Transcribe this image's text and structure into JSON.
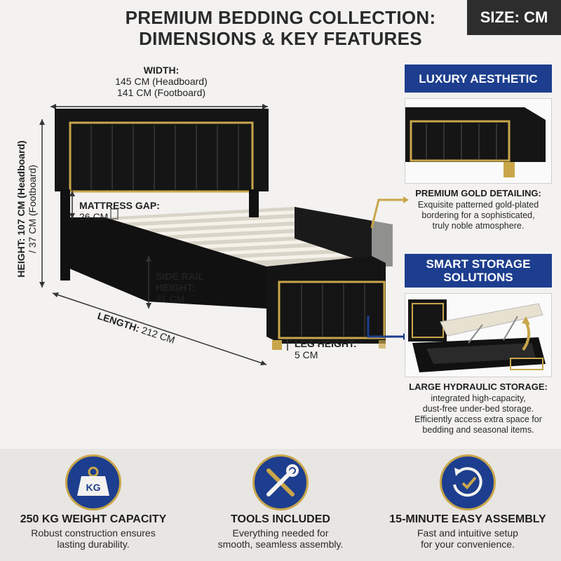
{
  "header": {
    "title_line1": "PREMIUM BEDDING COLLECTION:",
    "title_line2": "DIMENSIONS & KEY FEATURES",
    "size_badge": "SIZE: CM"
  },
  "dimensions": {
    "width_label": "WIDTH:",
    "width_headboard": "145 CM (Headboard)",
    "width_footboard": "141 CM (Footboard)",
    "height_label": "HEIGHT: 107 CM (Headboard)",
    "height_footboard": "/ 37 CM (Footboard)",
    "mattress_gap_label": "MATTRESS GAP:",
    "mattress_gap_value": "26 CM",
    "side_rail_label1": "SIDE RAIL",
    "side_rail_label2": "HEIGHT:",
    "side_rail_value": "31 CM",
    "length_label": "LENGTH:",
    "length_value": "212 CM",
    "leg_height_label": "LEG HEIGHT:",
    "leg_height_value": "5 CM"
  },
  "panels": {
    "luxury": {
      "heading": "LUXURY AESTHETIC",
      "title": "PREMIUM GOLD DETAILING:",
      "desc_line1": "Exquisite patterned gold-plated",
      "desc_line2": "bordering for a sophisticated,",
      "desc_line3": "truly noble atmosphere."
    },
    "storage": {
      "heading_line1": "SMART STORAGE",
      "heading_line2": "SOLUTIONS",
      "title": "LARGE HYDRAULIC STORAGE:",
      "desc_line1": "integrated high-capacity,",
      "desc_line2": "dust-free under-bed storage.",
      "desc_line3": "Efficiently access extra space for",
      "desc_line4": "bedding and seasonal items."
    }
  },
  "features": [
    {
      "icon": "weight-kg-icon",
      "icon_text": "KG",
      "title": "250 KG WEIGHT CAPACITY",
      "desc_line1": "Robust construction ensures",
      "desc_line2": "lasting durability."
    },
    {
      "icon": "tools-icon",
      "title": "TOOLS INCLUDED",
      "desc_line1": "Everything needed for",
      "desc_line2": "smooth, seamless assembly."
    },
    {
      "icon": "clock-icon",
      "title": "15-MINUTE EASY ASSEMBLY",
      "desc_line1": "Fast and intuitive setup",
      "desc_line2": "for your convenience."
    }
  ],
  "colors": {
    "accent_blue": "#1d3e8e",
    "gold": "#c9a64a",
    "bed_black": "#151515"
  }
}
